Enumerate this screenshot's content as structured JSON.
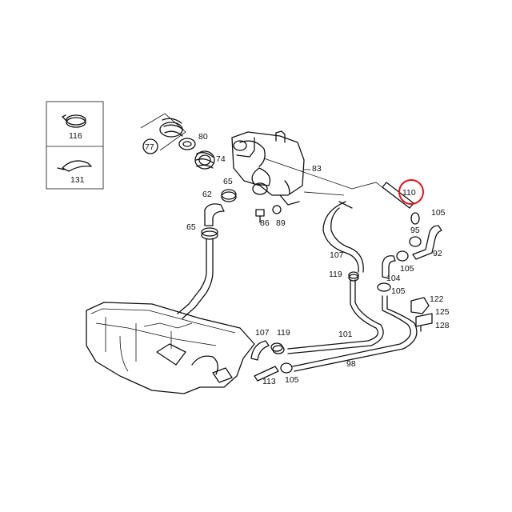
{
  "legend": {
    "items": [
      {
        "number": "116",
        "icon": "hose-clamp-icon"
      },
      {
        "number": "131",
        "icon": "cable-tie-icon"
      }
    ]
  },
  "parts": {
    "p77": "77",
    "p80": "80",
    "p74": "74",
    "p83": "83",
    "p65a": "65",
    "p62": "62",
    "p65b": "65",
    "p86": "86",
    "p89": "89",
    "p110": "110",
    "p105a": "105",
    "p95": "95",
    "p92": "92",
    "p105b": "105",
    "p107a": "107",
    "p119a": "119",
    "p104": "104",
    "p105c": "105",
    "p122": "122",
    "p125": "125",
    "p128": "128",
    "p107b": "107",
    "p119b": "119",
    "p101": "101",
    "p98": "98",
    "p113": "113",
    "p105d": "105"
  },
  "highlight": {
    "part": "110",
    "color": "#e0141c"
  }
}
